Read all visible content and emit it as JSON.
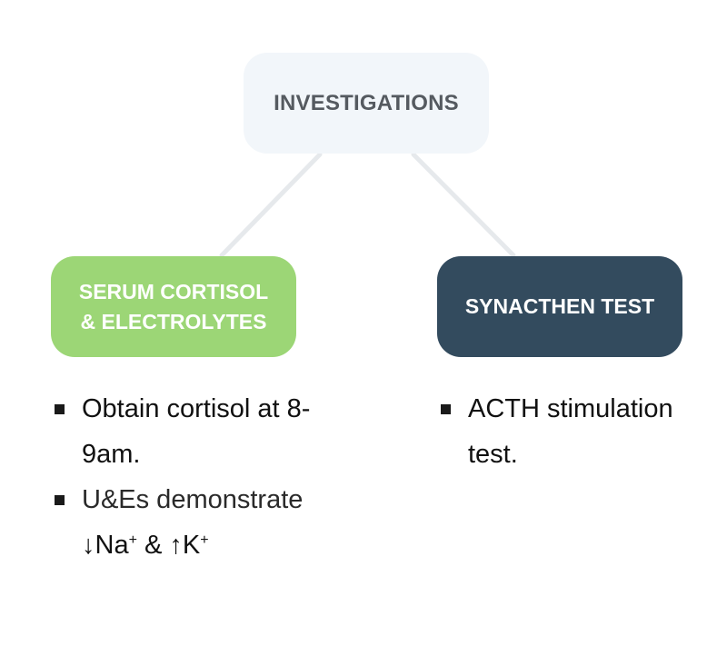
{
  "colors": {
    "root_bg": "#f2f6fa",
    "root_text": "#555a60",
    "left_bg": "#9cd676",
    "right_bg": "#334b5e",
    "connector": "#e6e9ec"
  },
  "root": {
    "label": "INVESTIGATIONS"
  },
  "left": {
    "label": "SERUM CORTISOL\n& ELECTROLYTES",
    "items": [
      {
        "text": "Obtain cortisol at 8-9am."
      },
      {
        "text": "U&Es demonstrate",
        "arrow_down": "↓",
        "ion1": "Na",
        "ion1_sup": "+",
        "amp": " & ",
        "arrow_up": "↑",
        "ion2": "K",
        "ion2_sup": "+"
      }
    ]
  },
  "right": {
    "label": "SYNACTHEN TEST",
    "items": [
      {
        "text": "ACTH stimulation test."
      }
    ]
  }
}
